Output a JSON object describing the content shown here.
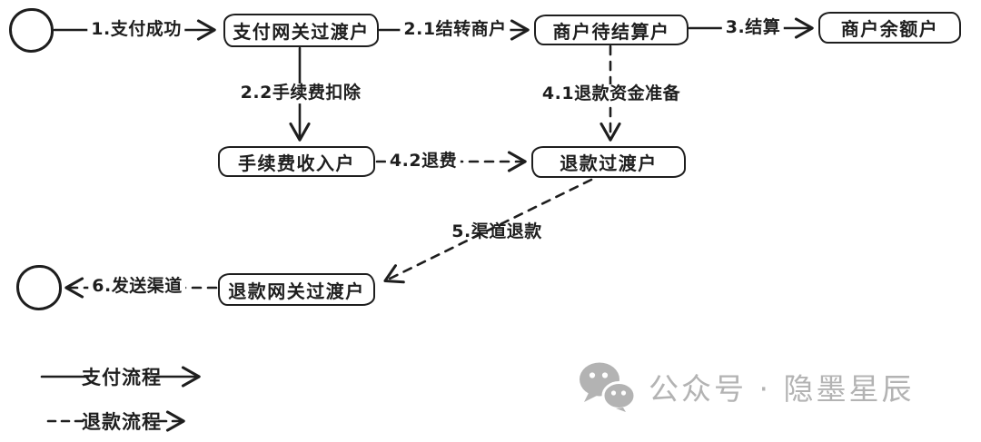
{
  "palette": {
    "stroke": "#1e1e1e",
    "node_fill": "#ffffff",
    "background": "#ffffff",
    "watermark": "#b3b3b3"
  },
  "diagram": {
    "nodes": {
      "start": {
        "kind": "circle",
        "label": ""
      },
      "payment_gateway_transit": {
        "kind": "box",
        "label": "支付网关过渡户"
      },
      "merchant_pending_settlement": {
        "kind": "box",
        "label": "商户待结算户"
      },
      "merchant_balance": {
        "kind": "box",
        "label": "商户余额户"
      },
      "fee_income": {
        "kind": "box",
        "label": "手续费收入户"
      },
      "refund_transit": {
        "kind": "box",
        "label": "退款过渡户"
      },
      "refund_gateway_transit": {
        "kind": "box",
        "label": "退款网关过渡户"
      },
      "end": {
        "kind": "circle",
        "label": ""
      }
    },
    "edges": {
      "payment_success": {
        "label": "1.支付成功",
        "style": "solid",
        "from": "start",
        "to": "payment_gateway_transit"
      },
      "carry_to_merchant": {
        "label": "2.1结转商户",
        "style": "solid",
        "from": "payment_gateway_transit",
        "to": "merchant_pending_settlement"
      },
      "fee_deduction": {
        "label": "2.2手续费扣除",
        "style": "solid",
        "from": "payment_gateway_transit",
        "to": "fee_income"
      },
      "settlement": {
        "label": "3.结算",
        "style": "solid",
        "from": "merchant_pending_settlement",
        "to": "merchant_balance"
      },
      "refund_fund_prepare": {
        "label": "4.1退款资金准备",
        "style": "dashed",
        "from": "merchant_pending_settlement",
        "to": "refund_transit"
      },
      "refund_fee": {
        "label": "4.2退费",
        "style": "dashed",
        "from": "fee_income",
        "to": "refund_transit"
      },
      "channel_refund": {
        "label": "5.渠道退款",
        "style": "dashed",
        "from": "refund_transit",
        "to": "refund_gateway_transit"
      },
      "send_channel": {
        "label": "6.发送渠道",
        "style": "dashed",
        "from": "refund_gateway_transit",
        "to": "end"
      }
    }
  },
  "legend": {
    "payment_flow": {
      "label": "支付流程",
      "style": "solid"
    },
    "refund_flow": {
      "label": "退款流程",
      "style": "dashed"
    }
  },
  "watermark": {
    "icon": "wechat-icon",
    "text": "公众号 · 隐墨星辰"
  }
}
